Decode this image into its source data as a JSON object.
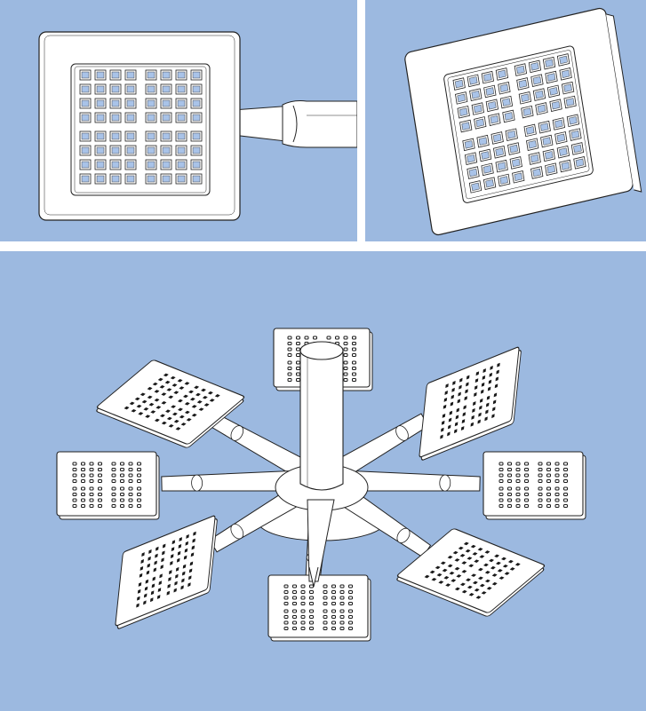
{
  "figure": {
    "background_color": "#9cb9e0",
    "divider_color": "#ffffff",
    "line_color": "#222222",
    "part_fill": "#ffffff",
    "cell_fill": "#a9c3e8",
    "hole_fill": "#1a1a1a",
    "panels": [
      {
        "id": "panel-a",
        "view": "front-view-tile-with-arm",
        "grid": [
          8,
          8
        ]
      },
      {
        "id": "panel-b",
        "view": "tilted-view-tile",
        "grid": [
          8,
          8
        ]
      },
      {
        "id": "panel-c",
        "view": "isometric-assembly-eight-arms"
      }
    ],
    "assembly": {
      "arm_count": 8,
      "tile_grid": [
        8,
        8
      ]
    }
  }
}
